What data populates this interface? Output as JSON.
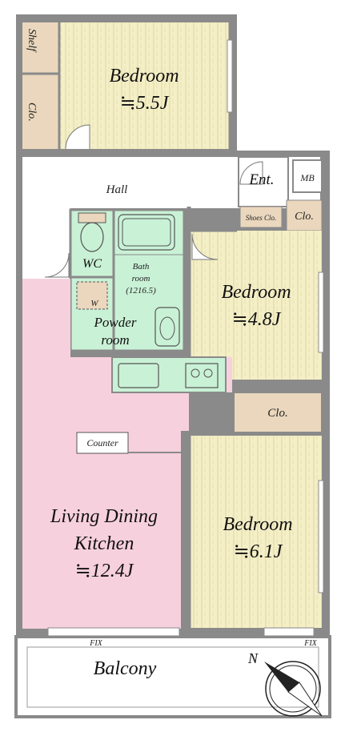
{
  "rooms": {
    "bedroom_top": {
      "name": "Bedroom",
      "size": "≒5.5J"
    },
    "bedroom_mid": {
      "name": "Bedroom",
      "size": "≒4.8J"
    },
    "bedroom_bottom": {
      "name": "Bedroom",
      "size": "≒6.1J"
    },
    "ldk": {
      "line1": "Living Dining",
      "line2": "Kitchen",
      "size": "≒12.4J"
    },
    "hall": "Hall",
    "entrance": "Ent.",
    "meter_box": "MB",
    "shoes_closet": "Shoes Clo.",
    "closet": "Clo.",
    "shelf": "Shelf",
    "wc": "WC",
    "washer": "W",
    "powder_line1": "Powder",
    "powder_line2": "room",
    "bath_line1": "Bath",
    "bath_line2": "room",
    "bath_size": "(1216.5)",
    "counter": "Counter",
    "balcony": "Balcony",
    "fix": "FIX",
    "compass": "N"
  },
  "colors": {
    "wall": "#8a8a8a",
    "bedroom_floor": "#f4efc6",
    "ldk_floor": "#f7d0dd",
    "wet_area": "#c9f1d6",
    "storage": "#ead7bd",
    "corridor": "#ffffff"
  }
}
